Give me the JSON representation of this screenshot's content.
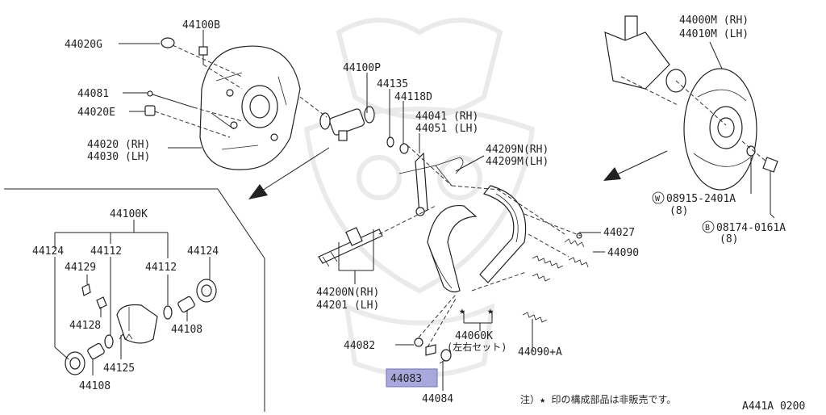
{
  "labels": {
    "l44020g": "44020G",
    "l44100b": "44100B",
    "l44081": "44081",
    "l44020e": "44020E",
    "l44020rh": "44020 (RH)",
    "l44030lh": "44030 (LH)",
    "l44100p": "44100P",
    "l44135": "44135",
    "l44118d": "44118D",
    "l44041rh": "44041 (RH)",
    "l44051lh": "44051 (LH)",
    "l44209n": "44209N(RH)",
    "l44209m": "44209M(LH)",
    "l44000m": "44000M (RH)",
    "l44010m": "44010M (LH)",
    "l08915": "08915-2401A",
    "l08915q": "(8)",
    "l08174": "08174-0161A",
    "l08174q": "(8)",
    "l44027": "44027",
    "l44090": "44090",
    "l44200n": "44200N(RH)",
    "l44201": "44201  (LH)",
    "l44060k": "44060K",
    "l44060ks": "(左右セット)",
    "l44082": "44082",
    "l44083": "44083",
    "l44084": "44084",
    "l44090a": "44090+A",
    "l44100k": "44100K",
    "l44124a": "44124",
    "l44112a": "44112",
    "l44129": "44129",
    "l44112b": "44112",
    "l44124b": "44124",
    "l44128": "44128",
    "l44108a": "44108",
    "l44125": "44125",
    "l44108b": "44108",
    "note": "注）★ 印の構成部品は非販売です。",
    "code": "A441A 0200",
    "circ_w": "W",
    "circ_b": "B",
    "star": "★"
  },
  "colors": {
    "highlight": "#a8a8dc"
  }
}
